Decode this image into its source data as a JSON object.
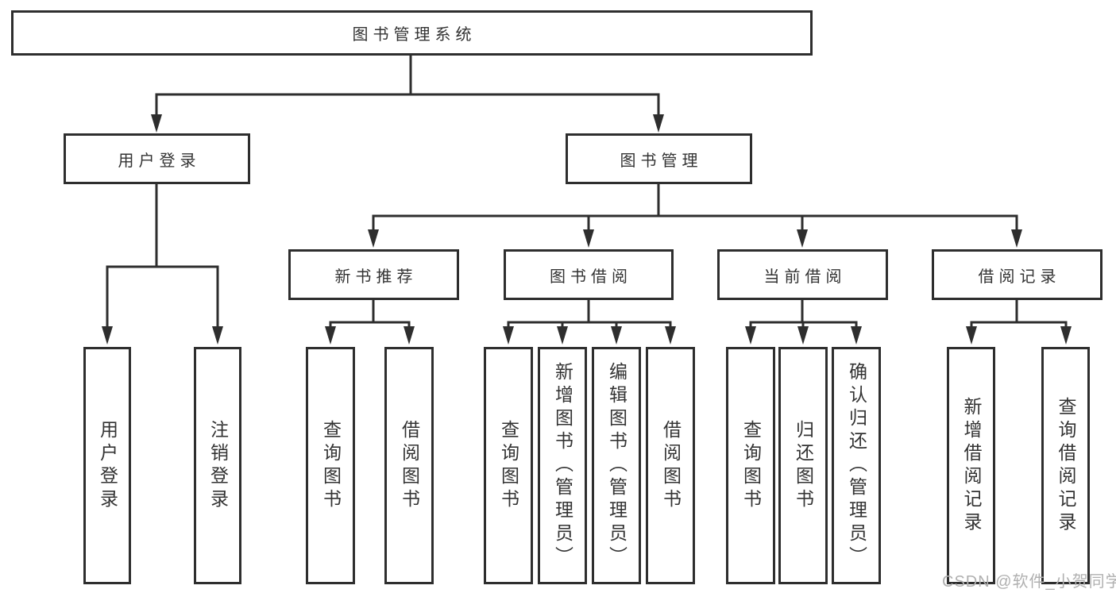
{
  "diagram": {
    "root": "图书管理系统",
    "level2": {
      "user_login": "用户登录",
      "book_mgmt": "图书管理"
    },
    "level3": {
      "new_book": "新书推荐",
      "book_borrow": "图书借阅",
      "current_borrow": "当前借阅",
      "borrow_record": "借阅记录"
    },
    "leaves": {
      "user_login": [
        "用户登录",
        "注销登录"
      ],
      "new_book": [
        "查询图书",
        "借阅图书"
      ],
      "book_borrow": [
        "查询图书",
        "新增图书（管理员）",
        "编辑图书（管理员）",
        "借阅图书"
      ],
      "current_borrow": [
        "查询图书",
        "归还图书",
        "确认归还（管理员）"
      ],
      "borrow_record": [
        "新增借阅记录",
        "查询借阅记录"
      ]
    },
    "watermark": "CSDN @软件_小贺同学",
    "colors": {
      "line": "#2e2e2e",
      "text": "#333333",
      "watermark": "#b0b0b0",
      "background": "#ffffff"
    }
  }
}
